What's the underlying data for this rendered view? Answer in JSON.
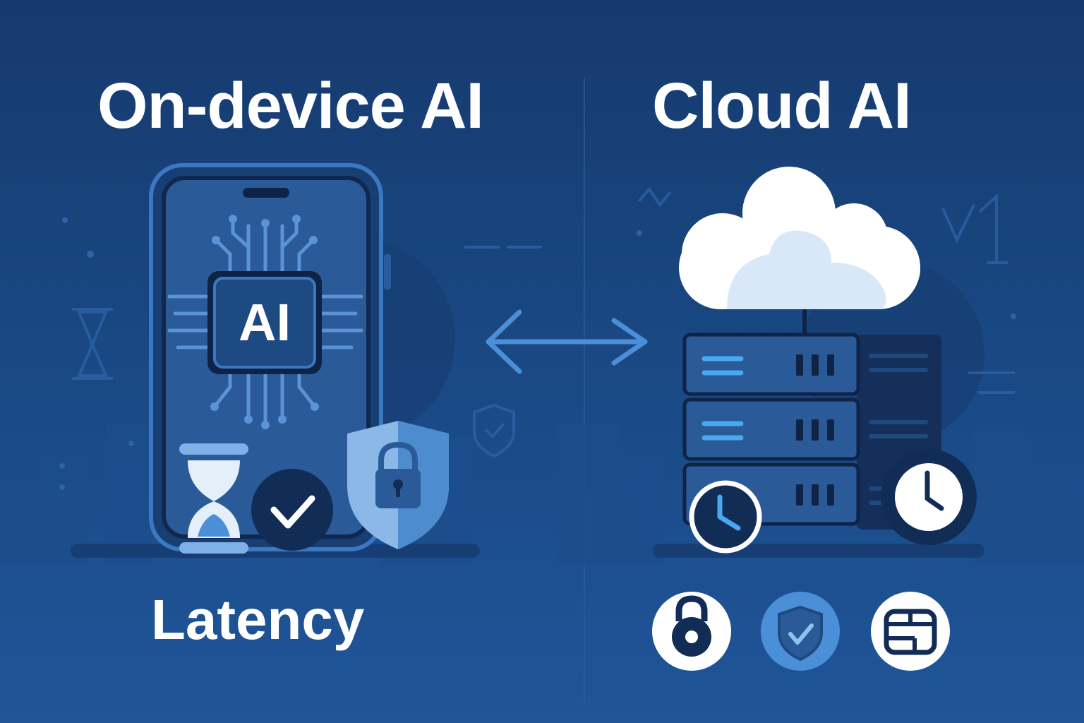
{
  "left_panel": {
    "title": "On-device AI",
    "chip_label": "AI",
    "bottom_label": "Latency",
    "icons": [
      "smartphone-icon",
      "ai-chip-icon",
      "hourglass-icon",
      "check-circle-icon",
      "shield-lock-icon"
    ]
  },
  "right_panel": {
    "title": "Cloud AI",
    "icons": [
      "cloud-icon",
      "server-stack-icon",
      "clock-icon",
      "lock-circle-icon",
      "shield-check-circle-icon",
      "network-circle-icon"
    ]
  },
  "connector": {
    "icon": "double-arrow-icon"
  },
  "colors": {
    "background_top": "#163a6e",
    "background_bottom": "#1f5599",
    "accent": "#4a8fd8",
    "phone_screen": "#2a5a98",
    "chip": "#1e4a82",
    "white": "#ffffff",
    "cloud_light": "#d8e8f8",
    "server_light": "#4aa8f0"
  }
}
